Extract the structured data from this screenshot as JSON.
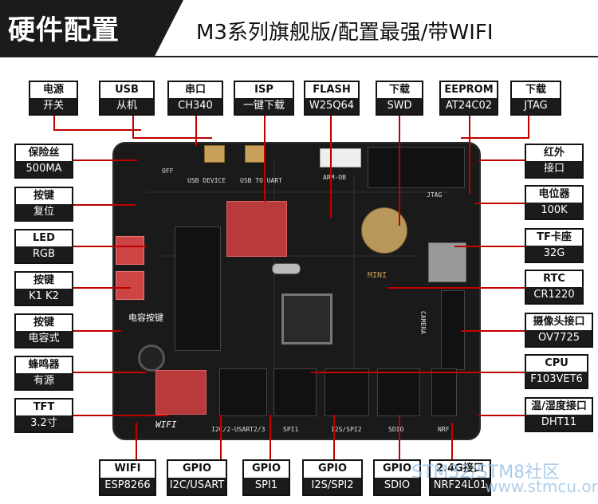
{
  "header": {
    "title": "硬件配置",
    "subtitle": "M3系列旗舰版/配置最强/带WIFI"
  },
  "labels": [
    {
      "id": "power",
      "top": "电源",
      "bottom": "开关"
    },
    {
      "id": "usb",
      "top": "USB",
      "bottom": "从机"
    },
    {
      "id": "serial",
      "top": "串口",
      "bottom": "CH340"
    },
    {
      "id": "isp",
      "top": "ISP",
      "bottom": "一键下载"
    },
    {
      "id": "flash",
      "top": "FLASH",
      "bottom": "W25Q64"
    },
    {
      "id": "swd",
      "top": "下载",
      "bottom": "SWD"
    },
    {
      "id": "eeprom",
      "top": "EEPROM",
      "bottom": "AT24C02"
    },
    {
      "id": "jtag",
      "top": "下载",
      "bottom": "JTAG"
    },
    {
      "id": "fuse",
      "top": "保险丝",
      "bottom": "500MA"
    },
    {
      "id": "reset",
      "top": "按键",
      "bottom": "复位"
    },
    {
      "id": "led",
      "top": "LED",
      "bottom": "RGB"
    },
    {
      "id": "keys",
      "top": "按键",
      "bottom": "K1 K2"
    },
    {
      "id": "touch",
      "top": "按键",
      "bottom": "电容式"
    },
    {
      "id": "buzzer",
      "top": "蜂鸣器",
      "bottom": "有源"
    },
    {
      "id": "tft",
      "top": "TFT",
      "bottom": "3.2寸"
    },
    {
      "id": "ir",
      "top": "红外",
      "bottom": "接口"
    },
    {
      "id": "pot",
      "top": "电位器",
      "bottom": "100K"
    },
    {
      "id": "tf",
      "top": "TF卡座",
      "bottom": "32G"
    },
    {
      "id": "rtc",
      "top": "RTC",
      "bottom": "CR1220"
    },
    {
      "id": "camera",
      "top": "摄像头接口",
      "bottom": "OV7725"
    },
    {
      "id": "cpu",
      "top": "CPU",
      "bottom": "F103VET6"
    },
    {
      "id": "dht",
      "top": "温/湿度接口",
      "bottom": "DHT11"
    },
    {
      "id": "wifi",
      "top": "WIFI",
      "bottom": "ESP8266"
    },
    {
      "id": "gpio1",
      "top": "GPIO",
      "bottom": "I2C/USART"
    },
    {
      "id": "gpio2",
      "top": "GPIO",
      "bottom": "SPI1"
    },
    {
      "id": "gpio3",
      "top": "GPIO",
      "bottom": "I2S/SPI2"
    },
    {
      "id": "gpio4",
      "top": "GPIO",
      "bottom": "SDIO"
    },
    {
      "id": "gpio5",
      "top": "2.4G接口",
      "bottom": "NRF24L01"
    }
  ],
  "silkscreen": {
    "usb_device": "USB DEVICE",
    "usb_to_uart": "USB TO UART",
    "arm_ob": "ARM-OB",
    "jtag": "JTAG",
    "mini": "MINI",
    "camera": "CAMERA",
    "wifi": "WIFI",
    "bus1": "I2C/2-USART2/3",
    "bus2": "SPI1",
    "bus3": "I2S/SPI2",
    "bus4": "SDIO",
    "bus5": "NRF",
    "touch": "电容按键",
    "off": "OFF"
  },
  "watermark": {
    "line1": "STM32/STM8社区",
    "line2": "www.stmcu.org"
  }
}
